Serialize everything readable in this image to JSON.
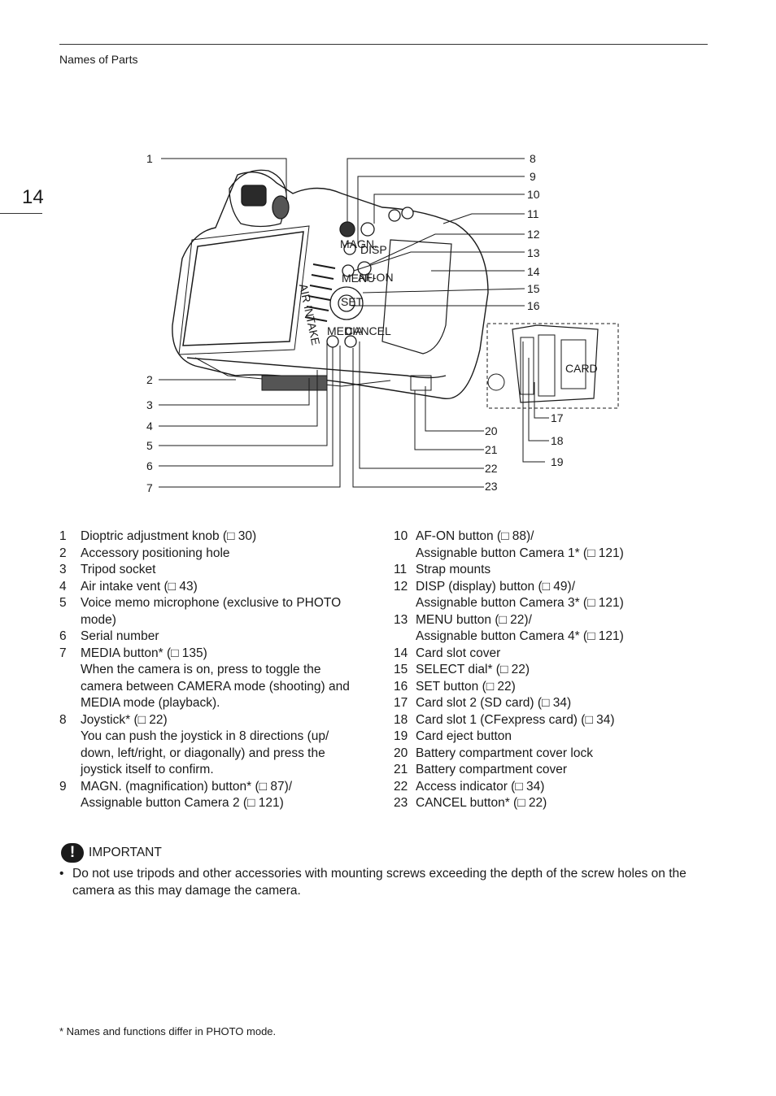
{
  "header": {
    "running_head": "Names of Parts",
    "page_number": "14"
  },
  "figure": {
    "callouts": [
      "1",
      "2",
      "3",
      "4",
      "5",
      "6",
      "7",
      "8",
      "9",
      "10",
      "11",
      "12",
      "13",
      "14",
      "15",
      "16",
      "17",
      "18",
      "19",
      "20",
      "21",
      "22",
      "23"
    ],
    "body_labels": {
      "magn": "MAGN.",
      "disp": "DISP",
      "menu": "MENU",
      "afon": "AF-ON",
      "media": "MEDIA",
      "cancel": "CANCEL",
      "set": "SET",
      "air_intake": "AIR INTAKE",
      "card": "CARD"
    }
  },
  "parts_left": [
    {
      "no": "1",
      "lines": [
        "Dioptric adjustment knob (□ 30)"
      ]
    },
    {
      "no": "2",
      "lines": [
        "Accessory positioning hole"
      ]
    },
    {
      "no": "3",
      "lines": [
        "Tripod socket"
      ]
    },
    {
      "no": "4",
      "lines": [
        "Air intake vent (□ 43)"
      ]
    },
    {
      "no": "5",
      "lines": [
        "Voice memo microphone (exclusive to PHOTO",
        "mode)"
      ]
    },
    {
      "no": "6",
      "lines": [
        "Serial number"
      ]
    },
    {
      "no": "7",
      "lines": [
        "MEDIA button* (□ 135)",
        "When the camera is on, press to toggle the",
        "camera between CAMERA mode (shooting) and",
        "MEDIA mode (playback)."
      ]
    },
    {
      "no": "8",
      "lines": [
        "Joystick* (□ 22)",
        "You can push the joystick in 8 directions (up/",
        "down, left/right, or diagonally) and press the",
        "joystick itself to confirm."
      ]
    },
    {
      "no": "9",
      "lines": [
        "MAGN. (magnification) button* (□ 87)/",
        "Assignable button Camera 2 (□ 121)"
      ]
    }
  ],
  "parts_right": [
    {
      "no": "10",
      "lines": [
        "AF-ON button (□ 88)/",
        "Assignable button Camera 1* (□ 121)"
      ]
    },
    {
      "no": "11",
      "lines": [
        "Strap mounts"
      ]
    },
    {
      "no": "12",
      "lines": [
        "DISP (display) button (□ 49)/",
        "Assignable button Camera 3* (□ 121)"
      ]
    },
    {
      "no": "13",
      "lines": [
        "MENU button (□ 22)/",
        "Assignable button Camera 4* (□ 121)"
      ]
    },
    {
      "no": "14",
      "lines": [
        "Card slot cover"
      ]
    },
    {
      "no": "15",
      "lines": [
        "SELECT dial* (□ 22)"
      ]
    },
    {
      "no": "16",
      "lines": [
        "SET button (□ 22)"
      ]
    },
    {
      "no": "17",
      "lines": [
        "Card slot 2 (SD card) (□ 34)"
      ]
    },
    {
      "no": "18",
      "lines": [
        "Card slot 1 (CFexpress card) (□ 34)"
      ]
    },
    {
      "no": "19",
      "lines": [
        "Card eject button"
      ]
    },
    {
      "no": "20",
      "lines": [
        "Battery compartment cover lock"
      ]
    },
    {
      "no": "21",
      "lines": [
        "Battery compartment cover"
      ]
    },
    {
      "no": "22",
      "lines": [
        "Access indicator (□ 34)"
      ]
    },
    {
      "no": "23",
      "lines": [
        "CANCEL button* (□ 22)"
      ]
    }
  ],
  "important": {
    "heading": "IMPORTANT",
    "icon": "exclamation-icon",
    "bullet": "•",
    "text": "Do not use tripods and other accessories with mounting screws exceeding the depth of the screw holes on the camera as this may damage the camera."
  },
  "footnote": "*  Names and functions differ in PHOTO mode."
}
